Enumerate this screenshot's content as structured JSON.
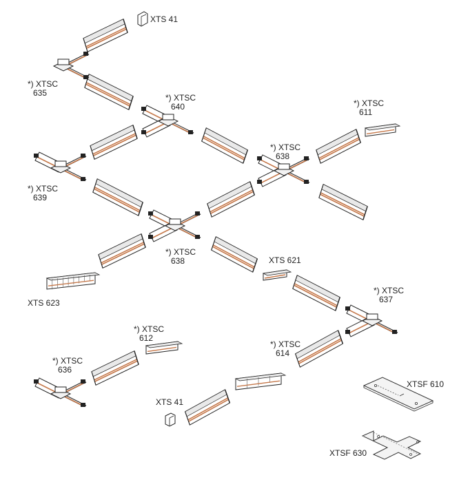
{
  "labels": {
    "xts41_top": "XTS 41",
    "xtsc635": [
      "*) XTSC",
      "635"
    ],
    "xtsc640": [
      "*) XTSC",
      "640"
    ],
    "xtsc611": [
      "*) XTSC",
      "611"
    ],
    "xtsc638_right": [
      "*) XTSC",
      "638"
    ],
    "xtsc639": [
      "*) XTSC",
      "639"
    ],
    "xtsc638_center": [
      "*) XTSC",
      "638"
    ],
    "xts621": "XTS 621",
    "xts623": "XTS 623",
    "xtsc637": [
      "*) XTSC",
      "637"
    ],
    "xtsc612": [
      "*) XTSC",
      "612"
    ],
    "xtsc614": [
      "*) XTSC",
      "614"
    ],
    "xtsc636": [
      "*) XTSC",
      "636"
    ],
    "xts41_bottom": "XTS 41",
    "xtsf610": "XTSF 610",
    "xtsf630": "XTSF 630"
  },
  "colors": {
    "line": "#222222",
    "copper": "#c5784a",
    "rail_shade": "#e9e9e9",
    "plate": "#f4f4f4"
  },
  "icons": {
    "track_segment": "track-rail",
    "x_connector": "cross-connector",
    "t_connector": "tee-connector",
    "l_connector": "corner-connector",
    "end_cap": "end-cap",
    "feed": "power-feed",
    "mounting_plate": "mounting-plate"
  }
}
